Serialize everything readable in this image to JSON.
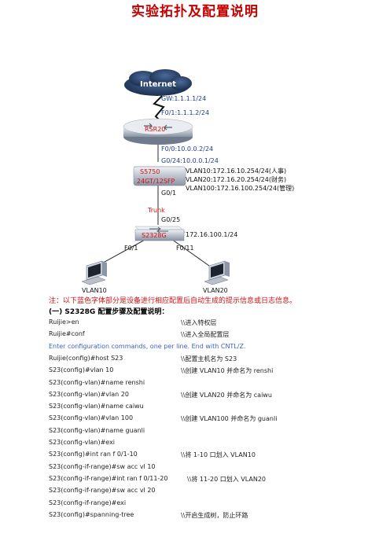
{
  "title": "实验拓扑及配置说明",
  "topology": {
    "cloud_label": "Internet",
    "gw": "GW:1.1.1.1/24",
    "f01": "F0/1:1.1.1.2/24",
    "router": "RSR20",
    "f00": "F0/0:10.0.0.2/24",
    "g024": "G0/24:10.0.0.1/24",
    "core_switch_1": "S5750",
    "core_switch_2": "24GT/12SFP",
    "vlan10_ip": "VLAN10:172.16.10.254/24(人事)",
    "vlan20_ip": "VLAN20:172.16.20.254/24(财务)",
    "vlan100_ip": "VLAN100:172.16.100.254/24(管理)",
    "g01": "G0/1",
    "trunk": "Trunk",
    "g025": "G0/25",
    "access_switch": "S2328G",
    "access_ip": "172.16.100.1/24",
    "left_port": "F0/1",
    "right_port": "F0/11",
    "pc_left": "VLAN10",
    "pc_right": "VLAN20"
  },
  "note": "注：以下蓝色字体部分是设备进行相应配置后自动生成的提示信息或日志信息。",
  "section_heading": "(一) S2328G 配置步骤及配置说明：",
  "config_lines": [
    {
      "cmd": "Ruijie>en",
      "comment": "\\\\进入特权层"
    },
    {
      "cmd": "Ruijie#conf",
      "comment": "\\\\进入全局配置层"
    },
    {
      "cmd": "Enter configuration commands, one per line.    End with CNTL/Z.",
      "comment": "",
      "blue": true
    },
    {
      "cmd": "Ruijie(config)#host S23",
      "comment": "\\\\配置主机名为 S23"
    },
    {
      "cmd": "S23(config)#vlan 10",
      "comment": "\\\\创建 VLAN10 并命名为 renshi"
    },
    {
      "cmd": "S23(config-vlan)#name renshi",
      "comment": ""
    },
    {
      "cmd": "S23(config-vlan)#vlan 20",
      "comment": "\\\\创建 VLAN20 并命名为 caiwu"
    },
    {
      "cmd": "S23(config-vlan)#name caiwu",
      "comment": ""
    },
    {
      "cmd": "S23(config-vlan)#vlan 100",
      "comment": "\\\\创建 VLAN100 并命名为 guanli"
    },
    {
      "cmd": "S23(config-vlan)#name guanli",
      "comment": ""
    },
    {
      "cmd": "S23(config-vlan)#exi",
      "comment": ""
    },
    {
      "cmd": "S23(config)#int ran f 0/1-10",
      "comment": "\\\\将 1-10 口划入 VLAN10"
    },
    {
      "cmd": "S23(config-if-range)#sw acc vl 10",
      "comment": ""
    },
    {
      "cmd": "S23(config-if-range)#int ran f 0/11-20",
      "comment": "\\\\将 11-20 口划入 VLAN20"
    },
    {
      "cmd": "S23(config-if-range)#sw acc vl 20",
      "comment": ""
    },
    {
      "cmd": "S23(config-if-range)#exi",
      "comment": ""
    },
    {
      "cmd": "S23(config)#spanning-tree",
      "comment": "\\\\开启生成树，防止环路"
    }
  ]
}
